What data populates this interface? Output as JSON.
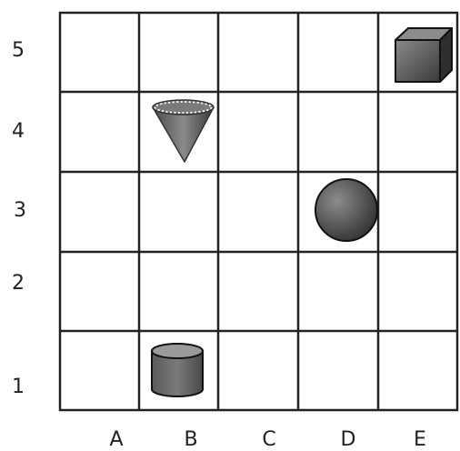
{
  "columns": [
    "A",
    "B",
    "C",
    "D",
    "E"
  ],
  "rows": [
    "5",
    "4",
    "3",
    "2",
    "1"
  ],
  "colors": {
    "line": "#222222",
    "shape_dark": "#3e3e3e",
    "shape_mid": "#6f6f6f",
    "shape_light": "#9a9a9a"
  },
  "objects": [
    {
      "shape": "cube",
      "icon": "cube-icon",
      "column": "E",
      "row": "5"
    },
    {
      "shape": "cone",
      "icon": "cone-icon",
      "column": "B",
      "row": "4"
    },
    {
      "shape": "sphere",
      "icon": "sphere-icon",
      "column": "D",
      "row": "3"
    },
    {
      "shape": "cylinder",
      "icon": "cylinder-icon",
      "column": "B",
      "row": "1"
    }
  ]
}
